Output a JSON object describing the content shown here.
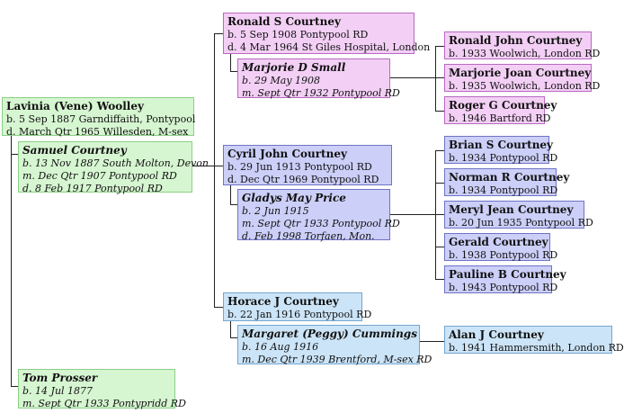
{
  "people": {
    "lavinia": {
      "name": "Lavinia (Vene) Woolley",
      "l1": "b. 5 Sep 1887 Garndiffaith, Pontypool",
      "l2": "d. March Qtr 1965 Willesden, M-sex"
    },
    "samuel": {
      "name": "Samuel Courtney",
      "l1": "b. 13 Nov 1887 South Molton, Devon",
      "l2": "m. Dec Qtr 1907 Pontypool RD",
      "l3": "d. 8 Feb 1917 Pontypool RD"
    },
    "tom": {
      "name": "Tom Prosser",
      "l1": "b. 14 Jul 1877",
      "l2": "m. Sept Qtr 1933 Pontypridd RD"
    },
    "ronald_s": {
      "name": "Ronald S Courtney",
      "l1": "b. 5 Sep 1908 Pontypool RD",
      "l2": "d. 4 Mar 1964 St Giles Hospital, London"
    },
    "marjorie_d": {
      "name": "Marjorie D Small",
      "l1": "b. 29 May 1908",
      "l2": "m. Sept Qtr 1932 Pontypool RD"
    },
    "ronald_j": {
      "name": "Ronald John Courtney",
      "l1": "b. 1933 Woolwich, London RD"
    },
    "marjorie_j": {
      "name": "Marjorie Joan Courtney",
      "l1": "b. 1935 Woolwich, London RD"
    },
    "roger": {
      "name": "Roger G Courtney",
      "l1": "b. 1946 Bartford RD"
    },
    "cyril": {
      "name": "Cyril John Courtney",
      "l1": "b. 29 Jun 1913 Pontypool RD",
      "l2": "d. Dec Qtr 1969 Pontypool RD"
    },
    "gladys": {
      "name": "Gladys May Price",
      "l1": "b. 2 Jun 1915",
      "l2": "m. Sept Qtr 1933 Pontypool RD",
      "l3": "d. Feb 1998 Torfaen, Mon."
    },
    "brian": {
      "name": "Brian S Courtney",
      "l1": "b. 1934 Pontypool RD"
    },
    "norman": {
      "name": "Norman R Courtney",
      "l1": "b. 1934 Pontypool RD"
    },
    "meryl": {
      "name": "Meryl Jean Courtney",
      "l1": "b. 20 Jun 1935 Pontypool RD"
    },
    "gerald": {
      "name": "Gerald Courtney",
      "l1": "b. 1938 Pontypool RD"
    },
    "pauline": {
      "name": "Pauline B Courtney",
      "l1": "b. 1943 Pontypool RD"
    },
    "horace": {
      "name": "Horace J Courtney",
      "l1": "b. 22 Jan 1916 Pontypool RD"
    },
    "margaret": {
      "name": "Margaret (Peggy) Cummings",
      "l1": "b. 16 Aug 1916",
      "l2": "m. Dec Qtr 1939 Brentford, M-sex RD"
    },
    "alan": {
      "name": "Alan J Courtney",
      "l1": "b. 1941 Hammersmith, London RD"
    }
  }
}
